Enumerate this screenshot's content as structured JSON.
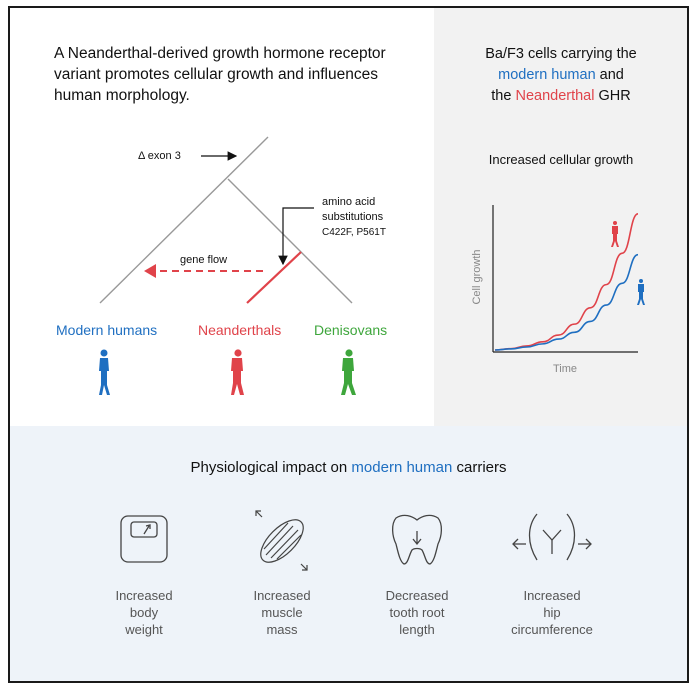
{
  "headline": "A Neanderthal-derived growth hormone receptor variant promotes cellular growth and influences human morphology.",
  "right_panel": {
    "title_line1": "Ba/F3 cells carrying the",
    "title_modern": "modern human",
    "title_and": " and",
    "title_the": "the ",
    "title_neanderthal": "Neanderthal",
    "title_ghr": " GHR",
    "chart_title": "Increased cellular growth"
  },
  "tree": {
    "exon_label": "Δ exon 3",
    "amino_label_line1": "amino acid",
    "amino_label_line2": "substitutions",
    "amino_codes": "C422F, P561T",
    "gene_flow": "gene flow",
    "groups": [
      {
        "label": "Modern humans",
        "color": "#1f6fc1"
      },
      {
        "label": "Neanderthals",
        "color": "#e0434a"
      },
      {
        "label": "Denisovans",
        "color": "#3ea63c"
      }
    ]
  },
  "chart_data": {
    "type": "line",
    "title": "Increased cellular growth",
    "xlabel": "Time",
    "ylabel": "Cell growth",
    "series": [
      {
        "name": "Neanderthal GHR",
        "color": "#e0434a",
        "values": [
          0.0,
          0.01,
          0.03,
          0.06,
          0.11,
          0.19,
          0.31,
          0.48,
          0.71,
          1.0
        ]
      },
      {
        "name": "Modern human GHR",
        "color": "#1f6fc1",
        "values": [
          0.0,
          0.008,
          0.022,
          0.045,
          0.08,
          0.13,
          0.21,
          0.33,
          0.49,
          0.7
        ]
      }
    ],
    "x": [
      0,
      1,
      2,
      3,
      4,
      5,
      6,
      7,
      8,
      9
    ],
    "ylim": [
      0,
      1.05
    ],
    "grid": false
  },
  "bottom_panel": {
    "title_pre": "Physiological impact on ",
    "title_hl": "modern human",
    "title_post": " carriers",
    "impacts": [
      {
        "line1": "Increased",
        "line2": "body",
        "line3": "weight",
        "icon": "scale-icon"
      },
      {
        "line1": "Increased",
        "line2": "muscle",
        "line3": "mass",
        "icon": "muscle-icon"
      },
      {
        "line1": "Decreased",
        "line2": "tooth root",
        "line3": "length",
        "icon": "tooth-icon"
      },
      {
        "line1": "Increased",
        "line2": "hip",
        "line3": "circumference",
        "icon": "hip-icon"
      }
    ]
  },
  "colors": {
    "modern": "#1f6fc1",
    "neanderthal": "#e0434a",
    "denisovan": "#3ea63c"
  }
}
